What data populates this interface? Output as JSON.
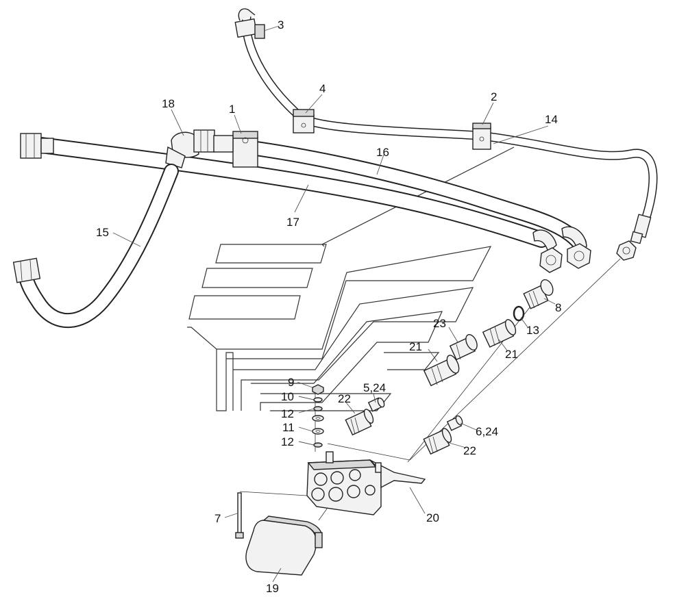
{
  "callouts": [
    {
      "id": "c3",
      "text": "3"
    },
    {
      "id": "c4",
      "text": "4"
    },
    {
      "id": "c2",
      "text": "2"
    },
    {
      "id": "c14",
      "text": "14"
    },
    {
      "id": "c18",
      "text": "18"
    },
    {
      "id": "c1",
      "text": "1"
    },
    {
      "id": "c16",
      "text": "16"
    },
    {
      "id": "c17",
      "text": "17"
    },
    {
      "id": "c15",
      "text": "15"
    },
    {
      "id": "c8",
      "text": "8"
    },
    {
      "id": "c13",
      "text": "13"
    },
    {
      "id": "c23",
      "text": "23"
    },
    {
      "id": "c21a",
      "text": "21"
    },
    {
      "id": "c21b",
      "text": "21"
    },
    {
      "id": "c9",
      "text": "9"
    },
    {
      "id": "c10",
      "text": "10"
    },
    {
      "id": "c5_24",
      "text": "5,24"
    },
    {
      "id": "c22a",
      "text": "22"
    },
    {
      "id": "c12a",
      "text": "12"
    },
    {
      "id": "c11",
      "text": "11"
    },
    {
      "id": "c12b",
      "text": "12"
    },
    {
      "id": "c6_24",
      "text": "6,24"
    },
    {
      "id": "c22b",
      "text": "22"
    },
    {
      "id": "c20",
      "text": "20"
    },
    {
      "id": "c7",
      "text": "7"
    },
    {
      "id": "c19",
      "text": "19"
    }
  ]
}
